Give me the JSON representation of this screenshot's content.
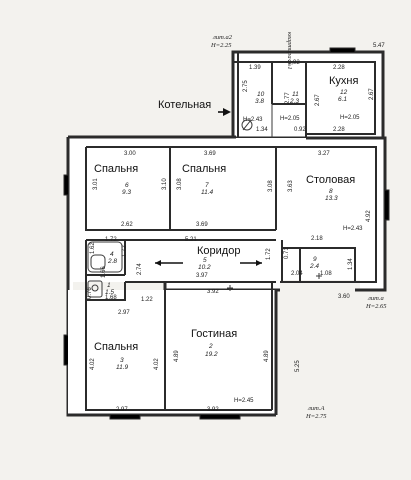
{
  "labels": {
    "top_note_lit": "лит.а2",
    "top_note_h": "H=2.25",
    "vertical_note": "квартира №1",
    "kotelnaya": "Котельная",
    "corner_note_lit": "лит.а",
    "corner_note_h": "H=2.65",
    "bottom_note_lit": "лит.А",
    "bottom_note_h": "H=2.75"
  },
  "rooms": {
    "kitchen": {
      "name": "Кухня",
      "num": "12",
      "area": "6.1",
      "h": "H=2.05"
    },
    "stolovaya": {
      "name": "Столовая",
      "num": "8",
      "area": "13.3",
      "h": "H=2.43"
    },
    "sp1": {
      "name": "Спальня",
      "num": "6",
      "area": "9.3"
    },
    "sp2": {
      "name": "Спальня",
      "num": "7",
      "area": "11.4"
    },
    "koridor": {
      "name": "Коридор",
      "num": "5",
      "area": "10.2"
    },
    "gostinaya": {
      "name": "Гостиная",
      "num": "2",
      "area": "19.2",
      "h": "H=2.45"
    },
    "sp3": {
      "name": "Спальня",
      "num": "3",
      "area": "11.9"
    },
    "r10": {
      "num": "10",
      "area": "3.8"
    },
    "r11": {
      "num": "11",
      "area": "2.3"
    },
    "r9": {
      "num": "9",
      "area": "2.4"
    },
    "r4": {
      "num": "4",
      "area": "2.8"
    },
    "r1": {
      "num": "1",
      "area": "1.5"
    },
    "boiler_h": "H=2.43",
    "boiler_dim": "1.34",
    "r11_h": "H=2.05"
  },
  "dims": {
    "d547": "5.47",
    "d139": "1.39",
    "d092": "0.92",
    "d228a": "2.28",
    "d275": "2.75",
    "d277": "2.77",
    "d267a": "2.67",
    "d267b": "2.67",
    "d092b": "0.92",
    "d228b": "2.28",
    "d300": "3.00",
    "d369": "3.69",
    "d327": "3.27",
    "d301": "3.01",
    "d310": "3.10",
    "d308": "3.08",
    "d308b": "3.08",
    "d363": "3.63",
    "d262": "2.62",
    "d369b": "3.69",
    "d492": "4.92",
    "d172a": "1.72",
    "d172b": "1.72",
    "d172c": "1.72",
    "d162": "1.62",
    "d521": "5.21",
    "d218": "2.18",
    "d071": "0.71",
    "d274": "2.74",
    "d397": "3.97",
    "d204": "2.04",
    "d108": "1.08",
    "d134": "1.34",
    "d392a": "3.92",
    "d360": "3.60",
    "d168": "1.68",
    "d122": "1.22",
    "d076": "0.76",
    "d297a": "2.97",
    "d402a": "4.02",
    "d402b": "4.02",
    "d489a": "4.89",
    "d489b": "4.89",
    "d525": "5.25",
    "d297b": "2.97",
    "d392b": "3.92",
    "d166": "1.66"
  }
}
